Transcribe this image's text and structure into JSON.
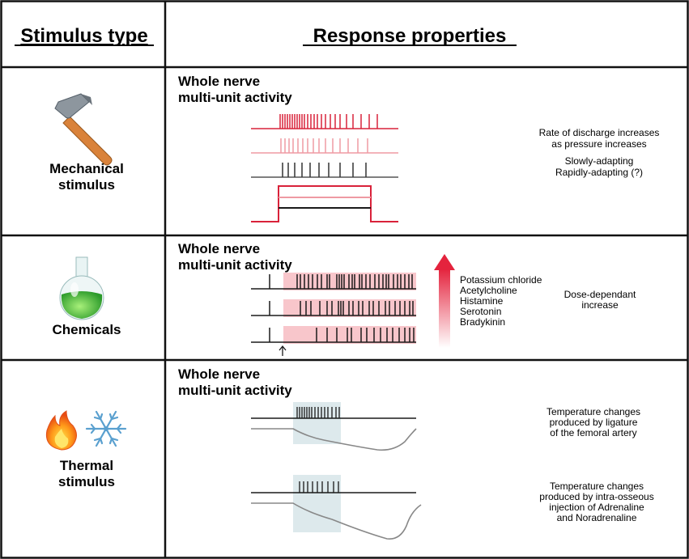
{
  "headers": {
    "stimulus_type": "Stimulus type",
    "response_properties": "Response properties"
  },
  "rows": [
    {
      "stimulus": [
        "Mechanical",
        "stimulus"
      ],
      "icon": "hammer-icon",
      "recording_title": [
        "Whole nerve",
        "multi-unit activity"
      ],
      "notes": [
        "Rate of discharge increases",
        "as pressure increases",
        "Slowly-adapting",
        "Rapidly-adapting (?)"
      ]
    },
    {
      "stimulus": [
        "Chemicals"
      ],
      "icon": "flask-icon",
      "recording_title": [
        "Whole nerve",
        "multi-unit activity"
      ],
      "agents": [
        "Potassium chloride",
        "Acetylcholine",
        "Histamine",
        "Serotonin",
        "Bradykinin"
      ],
      "notes": [
        "Dose-dependant",
        "increase"
      ]
    },
    {
      "stimulus": [
        "Thermal",
        "stimulus"
      ],
      "icons": [
        "flame-icon",
        "snowflake-icon"
      ],
      "recording_title": [
        "Whole nerve",
        "multi-unit activity"
      ],
      "notes_top": [
        "Temperature changes",
        "produced by ligature",
        "of the femoral artery"
      ],
      "notes_bottom": [
        "Temperature changes",
        "produced by intra-osseous",
        "injection of Adrenaline",
        "and Noradrenaline"
      ]
    }
  ],
  "colors": {
    "strong_red": "#d9223a",
    "pale_red": "#ef9aa3",
    "shade_pink": "#f8c6cb",
    "shade_blue": "#dde9ec",
    "trace_grey": "#888888",
    "line_black": "#1a1a1a"
  }
}
